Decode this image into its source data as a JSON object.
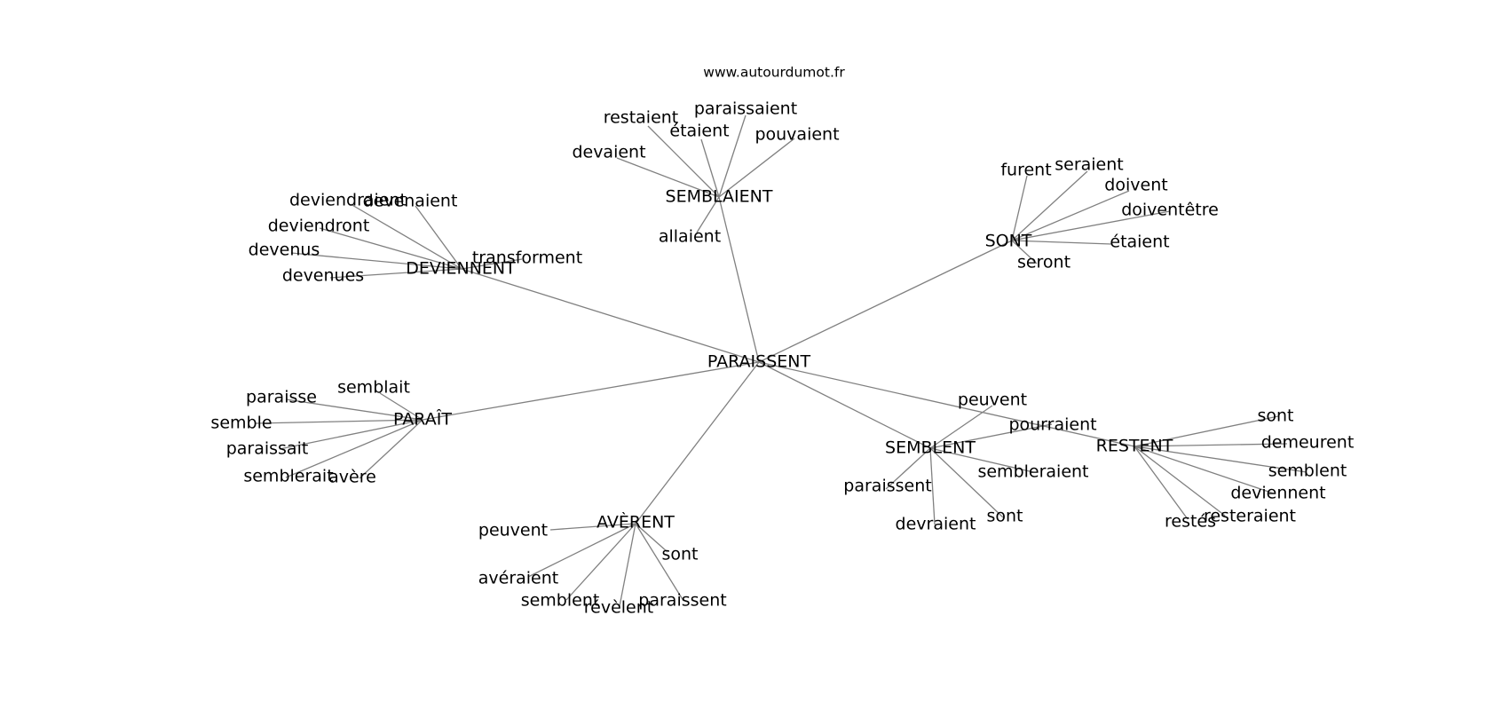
{
  "watermark": "www.autourdumot.fr",
  "graph": {
    "center": "PARAISSENT",
    "hubs": [
      {
        "id": "semblaient_hub",
        "label": "SEMBLAIENT",
        "children": [
          "restaient",
          "étaient",
          "paraissaient",
          "pouvaient",
          "devaient",
          "allaient"
        ]
      },
      {
        "id": "deviennent_hub",
        "label": "DEVIENNENT",
        "children": [
          "deviendraient",
          "devenaient",
          "deviendront",
          "devenus",
          "devenues",
          "transforment"
        ]
      },
      {
        "id": "sont_hub",
        "label": "SONT",
        "children": [
          "furent",
          "seraient",
          "doivent",
          "doiventêtre",
          "étaient",
          "seront"
        ]
      },
      {
        "id": "parait_hub",
        "label": "PARAÎT",
        "children": [
          "semblait",
          "paraisse",
          "semble",
          "paraissait",
          "semblerait",
          "avère"
        ]
      },
      {
        "id": "semblent_hub",
        "label": "SEMBLENT",
        "children": [
          "peuvent",
          "pourraient",
          "sembleraient",
          "paraissent",
          "devraient",
          "sont"
        ]
      },
      {
        "id": "restent_hub",
        "label": "RESTENT",
        "children": [
          "sont",
          "demeurent",
          "semblent",
          "deviennent",
          "resteraient",
          "restés"
        ]
      },
      {
        "id": "averent_hub",
        "label": "AVÈRENT",
        "children": [
          "peuvent",
          "avéraient",
          "semblent",
          "révèlent",
          "paraissent",
          "sont"
        ]
      }
    ]
  }
}
